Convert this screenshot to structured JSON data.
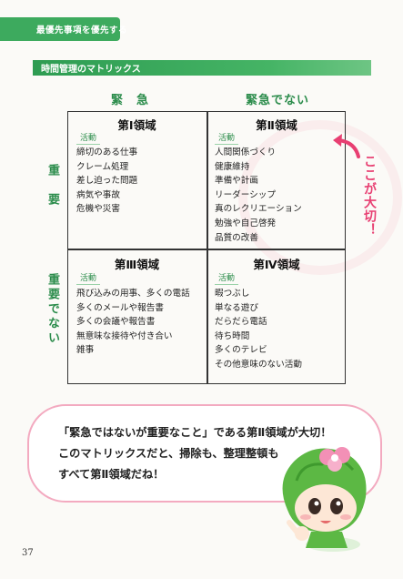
{
  "header": {
    "tab_label": "最優先事項を優先する"
  },
  "section": {
    "title": "時間管理のマトリックス"
  },
  "axes": {
    "urgent": "緊　急",
    "not_urgent": "緊急でない",
    "important": "重　要",
    "not_important": "重要でない"
  },
  "quadrants": [
    {
      "title": "第Ⅰ領域",
      "badge": "活動",
      "items": [
        "締切のある仕事",
        "クレーム処理",
        "差し迫った問題",
        "病気や事故",
        "危機や災害"
      ]
    },
    {
      "title": "第Ⅱ領域",
      "badge": "活動",
      "items": [
        "人間関係づくり",
        "健康維持",
        "準備や計画",
        "リーダーシップ",
        "真のレクリエーション",
        "勉強や自己啓発",
        "品質の改善"
      ]
    },
    {
      "title": "第Ⅲ領域",
      "badge": "活動",
      "items": [
        "飛び込みの用事、多くの電話",
        "多くのメールや報告書",
        "多くの会議や報告書",
        "無意味な接待や付き合い",
        "雑事"
      ]
    },
    {
      "title": "第Ⅳ領域",
      "badge": "活動",
      "items": [
        "暇つぶし",
        "単なる遊び",
        "だらだら電話",
        "待ち時間",
        "多くのテレビ",
        "その他意味のない活動"
      ]
    }
  ],
  "callout": {
    "text": "ここが大切！"
  },
  "bubble": {
    "lines": [
      "「緊急ではないが重要なこと」である第Ⅱ領域が大切！",
      "このマトリックスだと、掃除も、整理整頓も",
      "すべて第Ⅱ領域だね！"
    ]
  },
  "page": {
    "number": "37"
  },
  "colors": {
    "accent_green": "#3daa5e",
    "callout_pink": "#e83f72",
    "bubble_border": "#f3aac0"
  }
}
